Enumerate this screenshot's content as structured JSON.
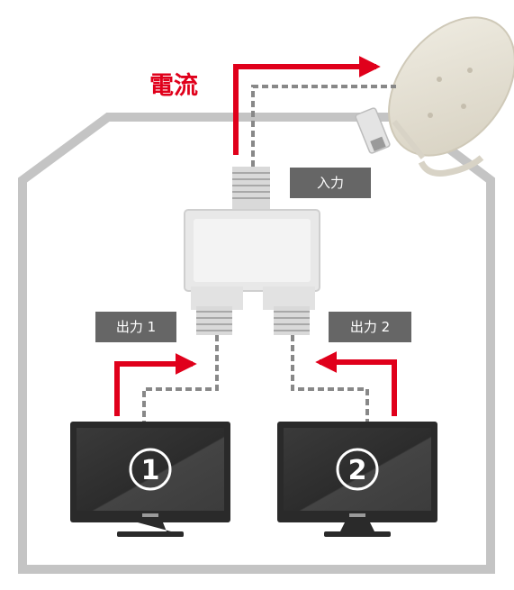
{
  "labels": {
    "current": "電流",
    "input": "入力",
    "output1": "出力 1",
    "output2": "出力 2"
  },
  "tv1": {
    "number": "1"
  },
  "tv2": {
    "number": "2"
  },
  "colors": {
    "current_arrow": "#e0001b",
    "signal_line": "#888888",
    "house_outline": "#c4c4c4",
    "label_bg": "#666666",
    "tv_body": "#2a2a2a",
    "splitter_body": "#e8e8e8"
  }
}
